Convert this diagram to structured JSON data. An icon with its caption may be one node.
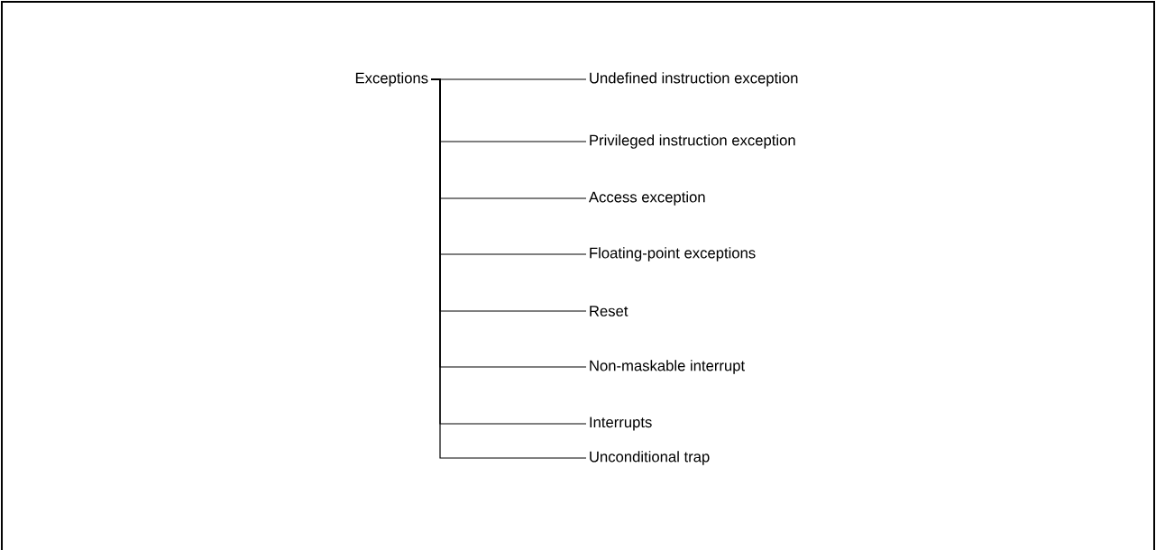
{
  "diagram": {
    "nodes": [
      {
        "text": [
          "Exceptions"
        ]
      },
      {
        "text": [
          "Undefined instruction exception"
        ]
      },
      {
        "text": [
          "Privileged instruction exception"
        ]
      },
      {
        "text": [
          "Access exception"
        ]
      },
      {
        "text": [
          "Floating-point exceptions"
        ]
      },
      {
        "text": [
          "Reset"
        ]
      },
      {
        "text": [
          "Non-maskable interrupt"
        ]
      },
      {
        "text": [
          "Interrupts"
        ]
      },
      {
        "text": [
          "Unconditional trap"
        ]
      }
    ],
    "edges": [
      {
        "from": 0,
        "to": 1,
        "arrow": "none"
      },
      {
        "from": 0,
        "to": 2,
        "arrow": "none"
      },
      {
        "from": 0,
        "to": 3,
        "arrow": "none"
      },
      {
        "from": 0,
        "to": 4,
        "arrow": "none"
      },
      {
        "from": 0,
        "to": 5,
        "arrow": "none"
      },
      {
        "from": 0,
        "to": 6,
        "arrow": "none"
      },
      {
        "from": 0,
        "to": 7,
        "arrow": "none"
      },
      {
        "from": 0,
        "to": 8,
        "arrow": "none"
      }
    ]
  }
}
